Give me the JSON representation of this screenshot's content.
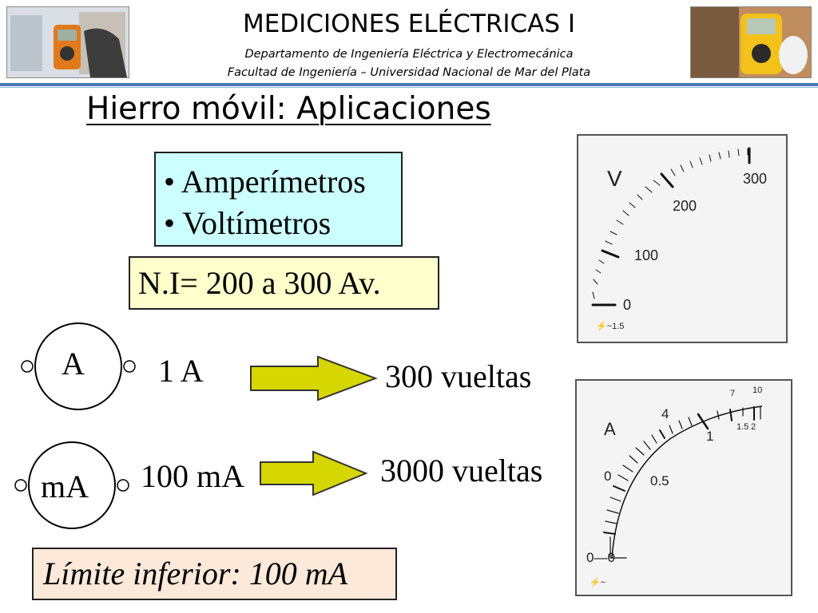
{
  "header": {
    "title": "MEDICIONES ELÉCTRICAS I",
    "subtitle_line1": "Departamento de Ingeniería Eléctrica y Electromecánica",
    "subtitle_line2": "Facultad de Ingeniería – Universidad Nacional de Mar del Plata"
  },
  "slide": {
    "title": "Hierro móvil: Aplicaciones",
    "bullets": [
      "• Amperímetros",
      "• Voltímetros"
    ],
    "ni_label": "N.I= 200  a 300 Av.",
    "ammeter_symbol": "A",
    "milliammeter_symbol": "mA",
    "current_1": "1 A",
    "turns_1": "300 vueltas",
    "current_2": "100 mA",
    "turns_2": "3000 vueltas",
    "lower_limit": "Límite inferior: 100 mA"
  },
  "voltmeter_dial": {
    "unit": "V",
    "scale_labels": [
      "0",
      "100",
      "200",
      "300"
    ],
    "footer_marks": "⚡~1.5"
  },
  "ammeter_dial": {
    "unit": "A",
    "scale_labels": [
      "0",
      "0.5",
      "1",
      "4",
      "7",
      "10",
      "1.5",
      "2"
    ],
    "zero_label": "0—0",
    "footer_marks": "⚡~"
  },
  "colors": {
    "header_rule": "#4a7ab8",
    "bullet_box": "#ccffff",
    "ni_box": "#ffffcc",
    "limit_box": "#fde9d9",
    "arrow_fill": "#d6d600"
  }
}
